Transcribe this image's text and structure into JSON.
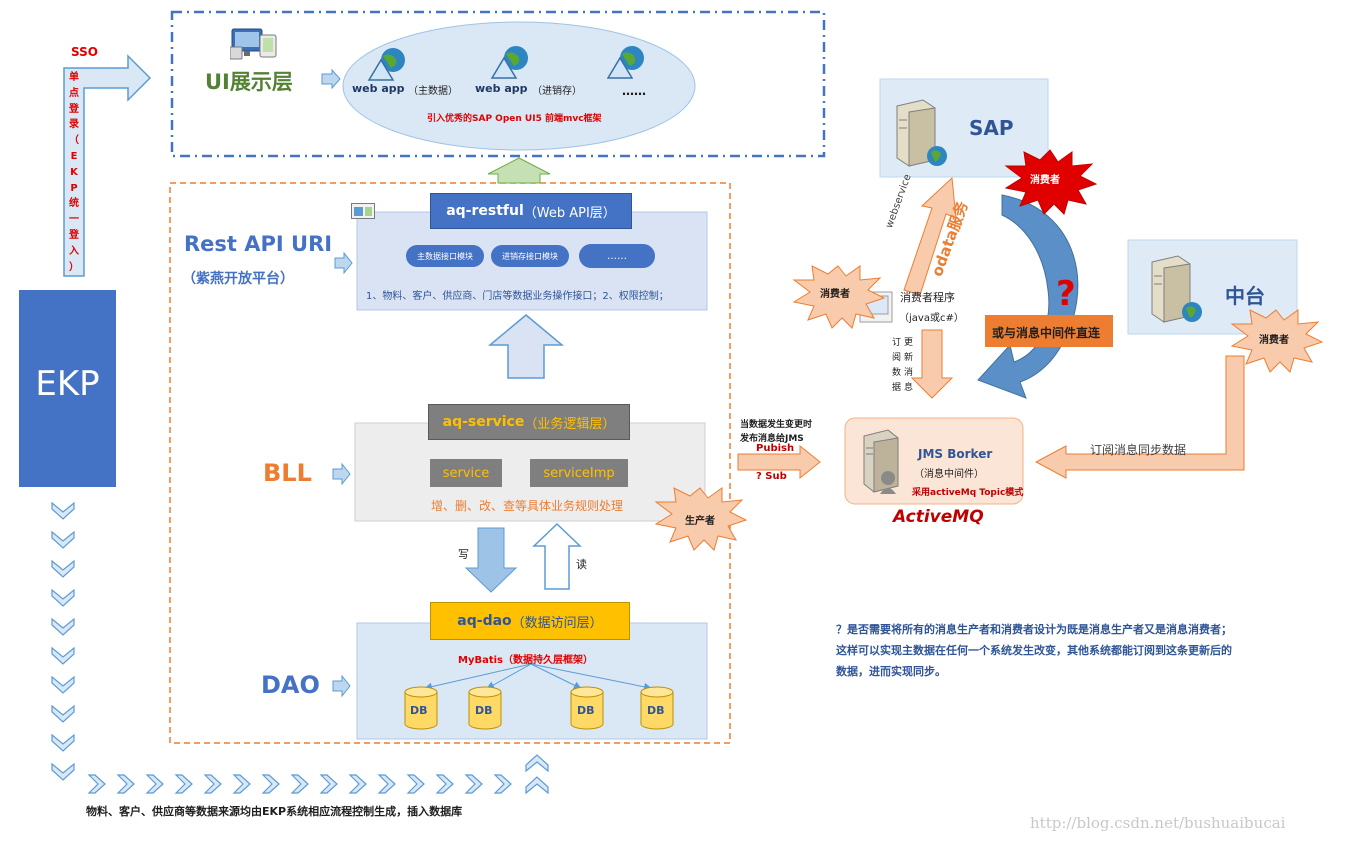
{
  "sso": {
    "label": "SSO",
    "vertical_chars": [
      "单",
      "点",
      "登",
      "录",
      "（",
      "E",
      "K",
      "P",
      "统",
      "一",
      "登",
      "入",
      "）"
    ]
  },
  "ekp": {
    "label": "EKP"
  },
  "ui_layer": {
    "title": "UI展示层",
    "apps": [
      {
        "label": "web app",
        "note": "（主数据）"
      },
      {
        "label": "web app",
        "note": "（进销存）"
      },
      {
        "label": "",
        "note": "……"
      }
    ],
    "caption": "引入优秀的SAP Open UI5 前端mvc框架"
  },
  "rest_layer": {
    "title": "Rest API URI",
    "subtitle": "（紫燕开放平台）",
    "header": {
      "name": "aq-restful",
      "suffix": "（Web API层）"
    },
    "modules": [
      "主数据接口模块",
      "进销存接口模块",
      "……"
    ],
    "description": "1、物料、客户、供应商、门店等数据业务操作接口；2、权限控制；"
  },
  "bll_layer": {
    "title": "BLL",
    "header": {
      "name": "aq-service",
      "suffix": "（业务逻辑层）"
    },
    "boxes": [
      "service",
      "serviceImp"
    ],
    "description": "增、删、改、查等具体业务规则处理",
    "write_label": "写",
    "read_label": "读",
    "producer_badge": "生产者"
  },
  "dao_layer": {
    "title": "DAO",
    "header": {
      "name": "aq-dao",
      "suffix": "（数据访问层）"
    },
    "framework": "MyBatis（数据持久层框架）",
    "databases": [
      "DB",
      "DB",
      "DB",
      "DB"
    ]
  },
  "publish": {
    "line1": "当数据发生变更时",
    "line2": "发布消息给JMS",
    "pub_label": "Pubish",
    "sub_label": "? Sub"
  },
  "jms": {
    "title": "JMS Borker",
    "subtitle": "（消息中间件）",
    "mode": "采用activeMq Topic模式",
    "logo": "ActiveMQ"
  },
  "sap": {
    "label": "SAP",
    "consumer_badge": "消费者"
  },
  "zhongtai": {
    "label": "中台",
    "consumer_badge": "消费者",
    "flow_label": "订阅消息同步数据"
  },
  "consumer_program": {
    "badge": "消费者",
    "title": "消费者程序",
    "subtitle": "（java或c#）",
    "subscribe_cols": [
      "订阅数据",
      "更新消息"
    ],
    "webservice": "webservice",
    "odata": "odata服务"
  },
  "direct_note": "或与消息中间件直连",
  "question_mark": "?",
  "question_note": {
    "line1": "？是否需要将所有的消息生产者和消费者设计为既是消息生产者又是消息消费者；",
    "line2": "这样可以实现主数据在任何一个系统发生改变，其他系统都能订阅到这条更新后的",
    "line3": "数据，进而实现同步。"
  },
  "bottom_note": "物料、客户、供应商等数据来源均由EKP系统相应流程控制生成，插入数据库",
  "watermark": "http://blog.csdn.net/bushuaibucai",
  "colors": {
    "blue": "#4472c4",
    "orange": "#ed7d31",
    "green": "#548235",
    "yellow": "#ffc000",
    "light_blue": "#dae3f3",
    "red": "#e00000"
  }
}
